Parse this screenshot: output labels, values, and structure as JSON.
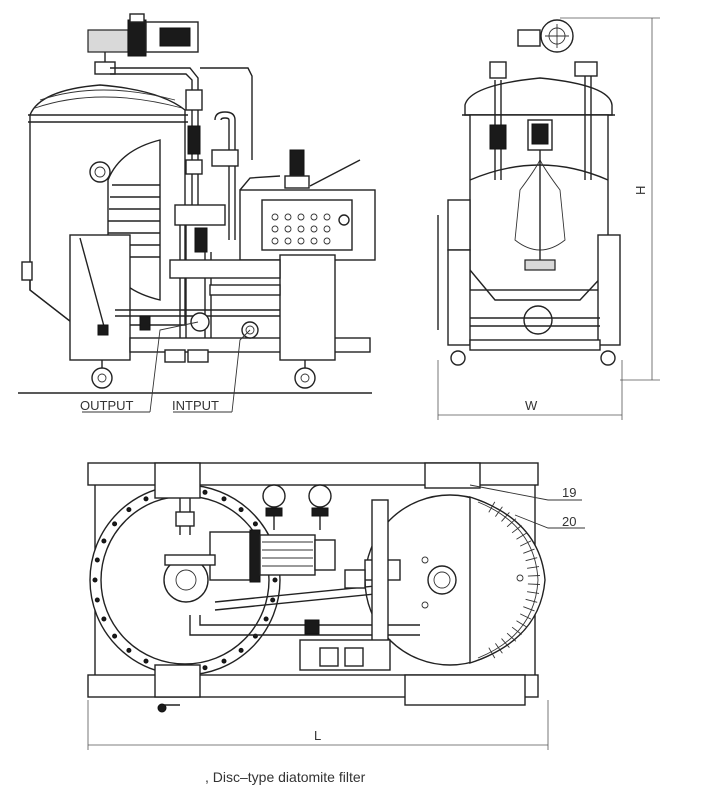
{
  "labels": {
    "output": "OUTPUT",
    "input": "INTPUT",
    "width": "W",
    "height": "H",
    "length": "L",
    "part_19": "19",
    "part_20": "20"
  },
  "caption": ", Disc–type diatomite filter"
}
